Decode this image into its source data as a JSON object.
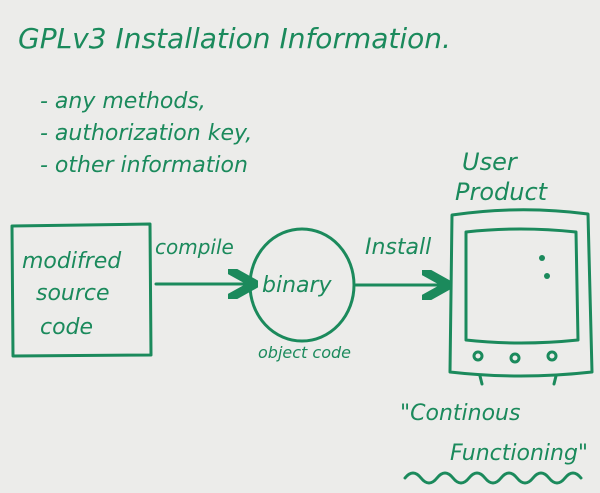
{
  "title": "GPLv3 Installation Information.",
  "bullets": [
    "- any methods,",
    "- authorization key,",
    "- other information"
  ],
  "user_product_label": [
    "User",
    "Product"
  ],
  "source_box": [
    "modifred",
    "source",
    "code"
  ],
  "compile_label": "compile",
  "binary_label": "binary",
  "object_code_label": "object code",
  "install_label": "Install",
  "quote": [
    "\"Continous",
    "Functioning\""
  ],
  "colors": {
    "ink": "#1b8a5c",
    "background": "#ececea"
  }
}
